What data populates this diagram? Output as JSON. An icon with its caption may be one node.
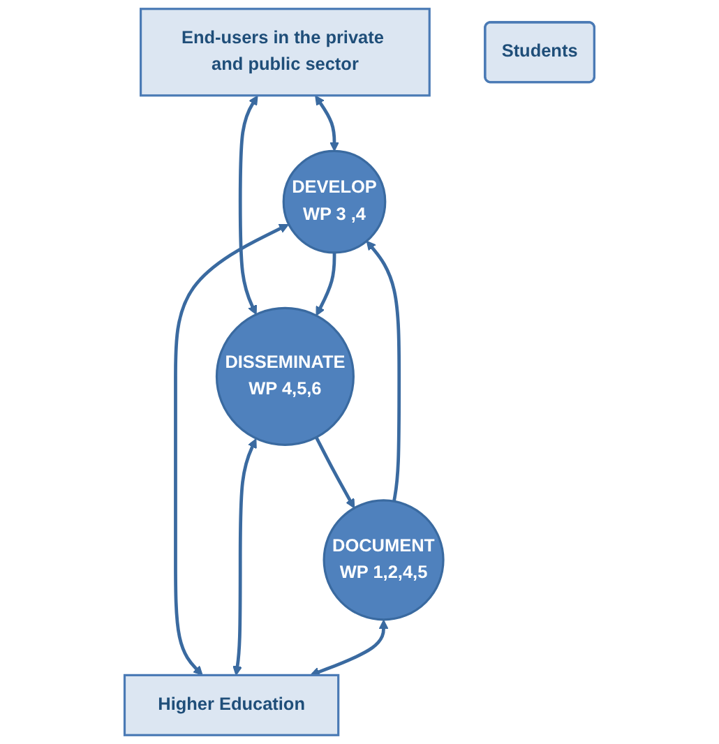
{
  "diagram": {
    "nodes": [
      {
        "text": [
          "End-users in the private and public sector"
        ]
      },
      {
        "text": [
          "DEVELOP",
          "WP 3 ,4"
        ]
      },
      {
        "text": [
          "DISSEMINATE",
          "WP 4,5,6"
        ]
      },
      {
        "text": [
          "Students"
        ]
      },
      {
        "text": [
          "DOCUMENT",
          "WP 1,2,4,5"
        ]
      },
      {
        "text": [
          "Higher Education"
        ]
      }
    ],
    "edges": [
      {
        "from": 0,
        "to": 1,
        "arrow": "both"
      },
      {
        "from": 0,
        "to": 2,
        "arrow": "both"
      },
      {
        "from": 1,
        "to": 2,
        "arrow": "to"
      },
      {
        "from": 2,
        "to": 4,
        "arrow": "to"
      },
      {
        "from": 4,
        "to": 1,
        "arrow": "to"
      },
      {
        "from": 1,
        "to": 5,
        "arrow": "both"
      },
      {
        "from": 2,
        "to": 5,
        "arrow": "both"
      },
      {
        "from": 4,
        "to": 5,
        "arrow": "both"
      }
    ]
  }
}
